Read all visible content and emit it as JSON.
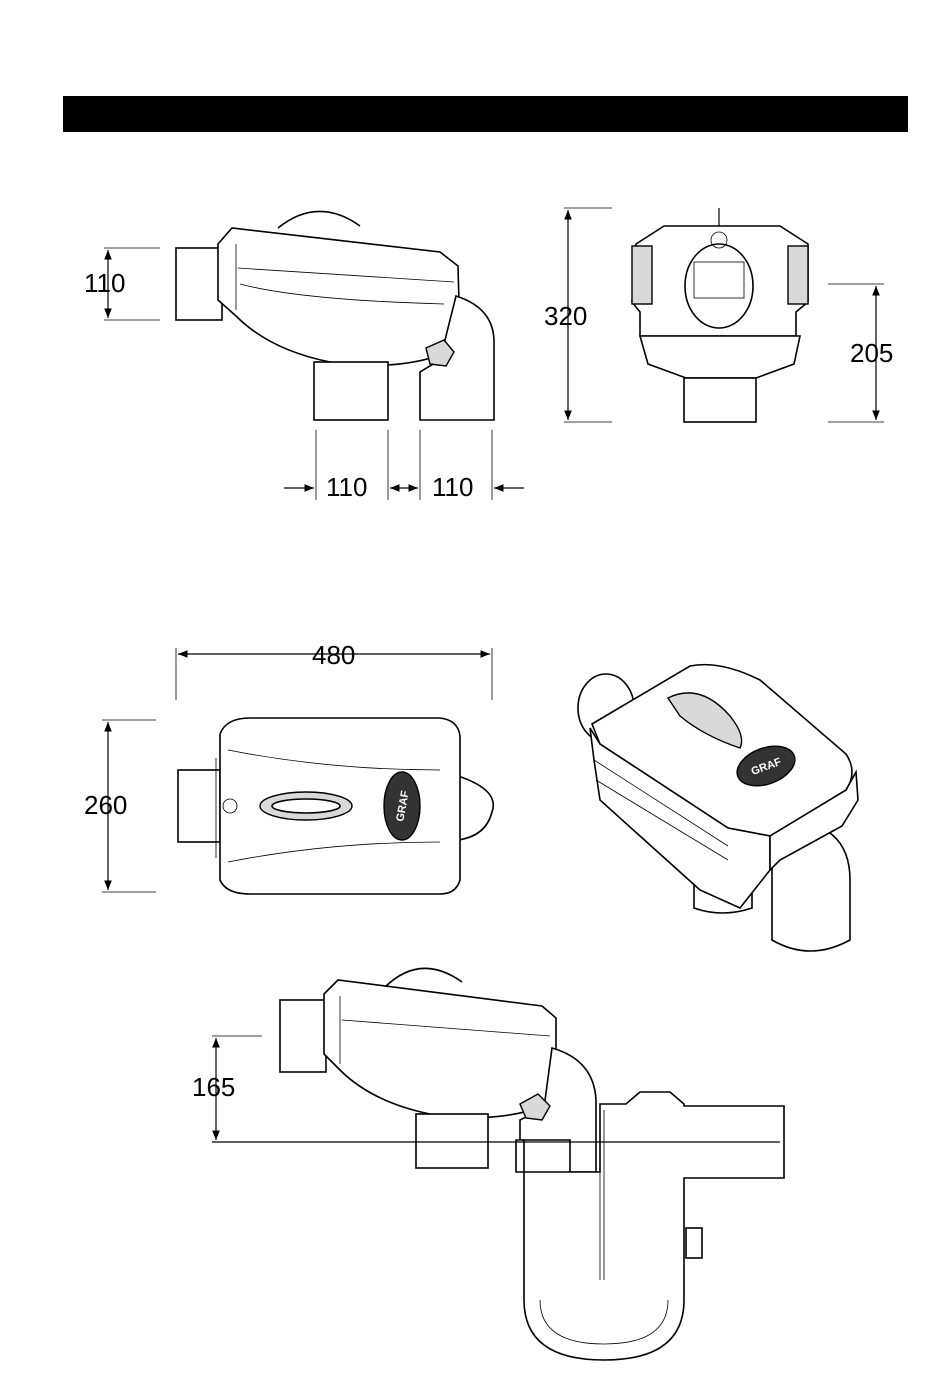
{
  "header": {
    "bar_color": "#000000"
  },
  "views": {
    "side": {
      "dim_inlet": "110",
      "dim_outlet_a": "110",
      "dim_outlet_b": "110"
    },
    "front": {
      "dim_height": "320",
      "dim_outlet_height": "205"
    },
    "top": {
      "dim_length": "480",
      "dim_width": "260",
      "logo": "GRAF"
    },
    "iso": {
      "logo": "GRAF"
    },
    "install": {
      "dim_height": "165"
    }
  }
}
